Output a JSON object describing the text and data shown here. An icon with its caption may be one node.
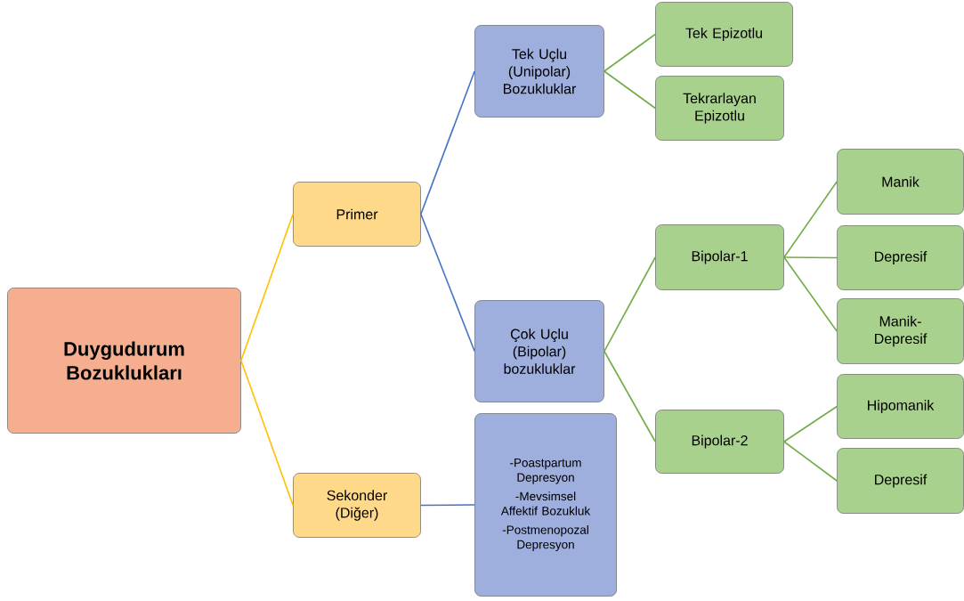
{
  "diagram": {
    "nodes": [
      {
        "text": [
          "Duygudurum Bozuklukları"
        ]
      },
      {
        "text": [
          "Primer"
        ]
      },
      {
        "text": [
          "Sekonder (Diğer)"
        ]
      },
      {
        "text": [
          "Tek Uçlu (Unipolar) Bozukluklar"
        ]
      },
      {
        "text": [
          "Çok Uçlu (Bipolar) bozukluklar"
        ]
      },
      {
        "text": [
          "-Poastpartum Depresyon",
          "-Mevsimsel Affektif Bozukluk",
          "-Postmenopozal Depresyon"
        ]
      },
      {
        "text": [
          "Tek Epizotlu"
        ]
      },
      {
        "text": [
          "Tekrarlayan Epizotlu"
        ]
      },
      {
        "text": [
          "Bipolar-1"
        ]
      },
      {
        "text": [
          "Bipolar-2"
        ]
      },
      {
        "text": [
          "Manik"
        ]
      },
      {
        "text": [
          "Depresif"
        ]
      },
      {
        "text": [
          "Manik-Depresif"
        ]
      },
      {
        "text": [
          "Hipomanik"
        ]
      },
      {
        "text": [
          "Depresif"
        ]
      }
    ],
    "edges": [
      {
        "from": 0,
        "to": 1,
        "arrow": "none",
        "color": "#ffc000"
      },
      {
        "from": 0,
        "to": 2,
        "arrow": "none",
        "color": "#ffc000"
      },
      {
        "from": 1,
        "to": 3,
        "arrow": "none",
        "color": "#4472c4"
      },
      {
        "from": 1,
        "to": 4,
        "arrow": "none",
        "color": "#4472c4"
      },
      {
        "from": 2,
        "to": 5,
        "arrow": "none",
        "color": "#4472c4"
      },
      {
        "from": 3,
        "to": 6,
        "arrow": "none"
      },
      {
        "from": 3,
        "to": 7,
        "arrow": "none"
      },
      {
        "from": 4,
        "to": 8,
        "arrow": "none"
      },
      {
        "from": 4,
        "to": 9,
        "arrow": "none"
      },
      {
        "from": 8,
        "to": 10,
        "arrow": "none"
      },
      {
        "from": 8,
        "to": 11,
        "arrow": "none"
      },
      {
        "from": 8,
        "to": 12,
        "arrow": "none"
      },
      {
        "from": 9,
        "to": 13,
        "arrow": "none"
      },
      {
        "from": 9,
        "to": 14,
        "arrow": "none"
      }
    ]
  }
}
